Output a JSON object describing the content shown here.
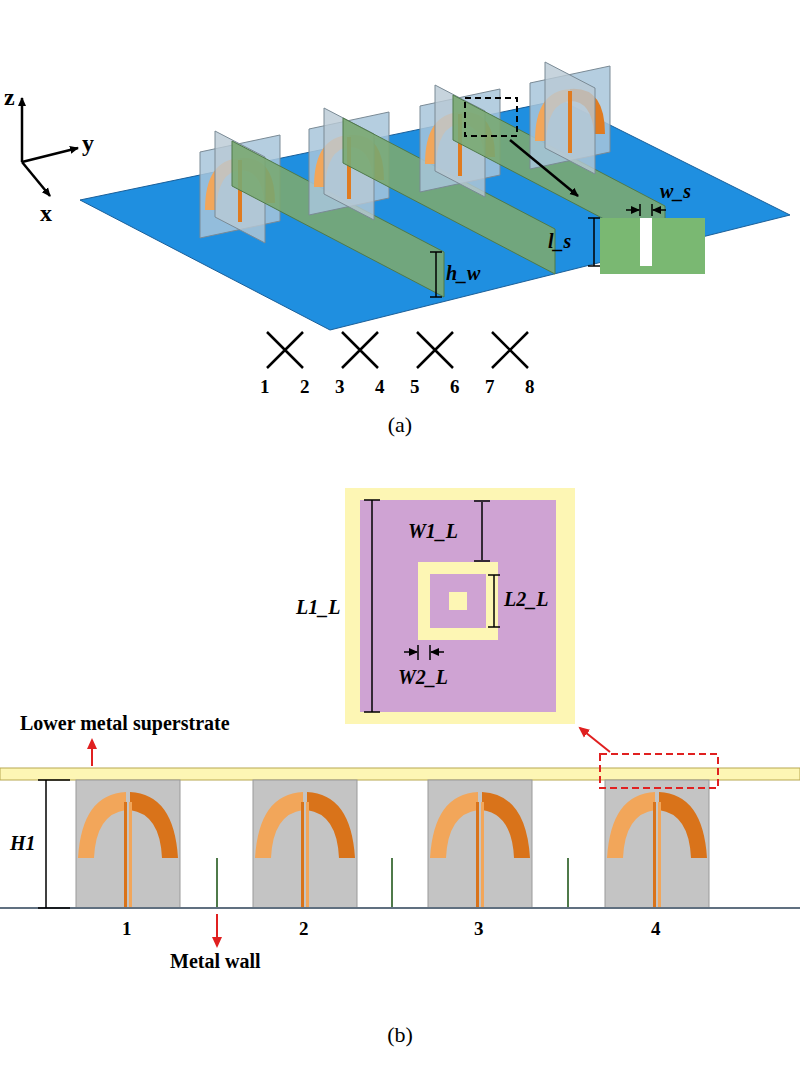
{
  "diagram": {
    "labels": [
      "z",
      "y",
      "x",
      "h_w",
      "w_s",
      "l_s",
      "1",
      "2",
      "3",
      "4",
      "5",
      "6",
      "7",
      "8",
      "(a)",
      "W1_L",
      "L1_L",
      "L2_L",
      "W2_L",
      "Lower metal superstrate",
      "H1",
      "Metal wall",
      "1",
      "2",
      "3",
      "4",
      "(b)"
    ]
  }
}
